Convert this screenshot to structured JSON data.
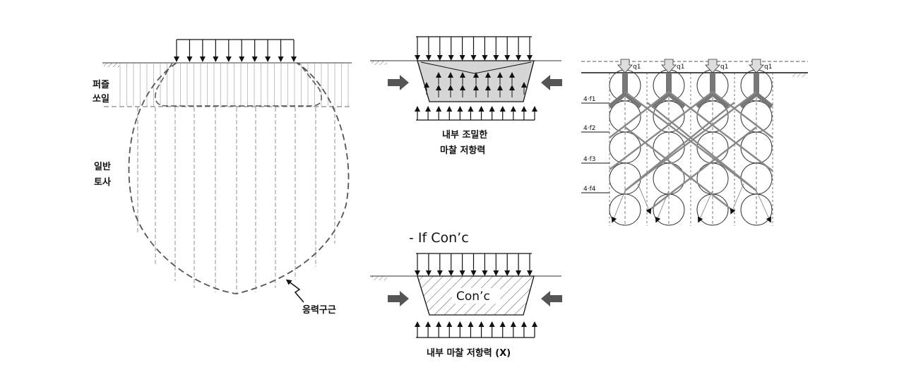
{
  "left_panel": {
    "layer_top_label_line1": "퍼즐",
    "layer_top_label_line2": "쏘일",
    "layer_bottom_label_line1": "일반",
    "layer_bottom_label_line2": "토사",
    "stress_zone_label": "응력구근"
  },
  "middle_top": {
    "caption_line1": "내부 조밀한",
    "caption_line2": "마찰 저항력"
  },
  "middle_bottom": {
    "heading": "- If Con’c",
    "block_label": "Con’c",
    "caption": "내부 마찰 저항력 (X)"
  },
  "right_panel": {
    "load_symbols": [
      "q1",
      "q1",
      "q1",
      "q1"
    ],
    "depth_labels": [
      "4·f1",
      "4·f2",
      "4·f3",
      "4·f4"
    ]
  }
}
